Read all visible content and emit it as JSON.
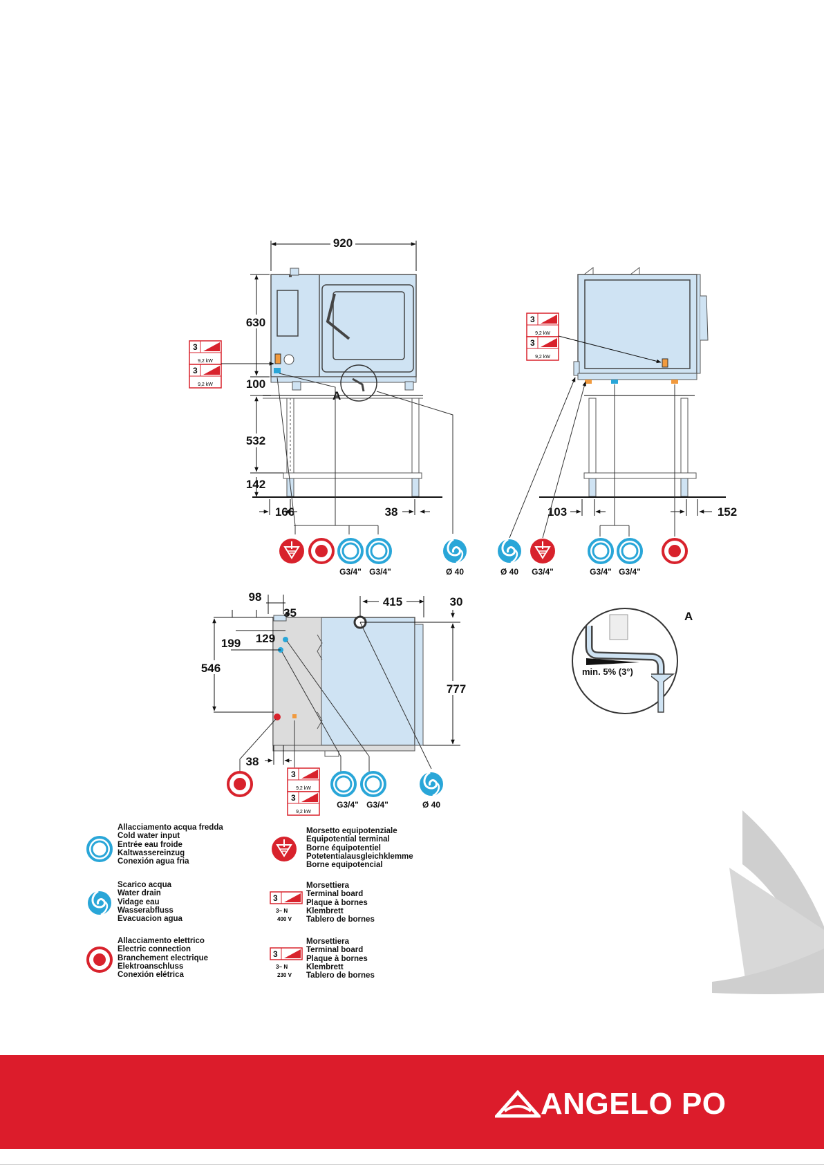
{
  "front_view": {
    "width": "920",
    "height_oven": "630",
    "height_base": "100",
    "height_stand": "532",
    "height_shelf": "142",
    "offset_left": "166",
    "offset_right": "38",
    "label_a": "A",
    "terminal": {
      "count": "3",
      "power": "9,2 kW"
    }
  },
  "front_connections": [
    {
      "icon": "equipotential-terminal-icon",
      "label": ""
    },
    {
      "icon": "electric-connection-icon",
      "label": ""
    },
    {
      "icon": "cold-water-input-icon",
      "label": "G3/4\""
    },
    {
      "icon": "cold-water-input-icon",
      "label": "G3/4\""
    },
    {
      "icon": "water-drain-icon",
      "label": "Ø 40"
    }
  ],
  "side_view": {
    "offset_left": "103",
    "offset_right": "152",
    "terminal": {
      "count": "3",
      "power": "9,2 kW"
    }
  },
  "side_connections": [
    {
      "icon": "water-drain-icon",
      "label": "Ø 40"
    },
    {
      "icon": "equipotential-terminal-icon",
      "label": "G3/4\""
    },
    {
      "icon": "cold-water-input-icon",
      "label": "G3/4\""
    },
    {
      "icon": "cold-water-input-icon",
      "label": "G3/4\""
    },
    {
      "icon": "electric-connection-icon",
      "label": ""
    }
  ],
  "top_view": {
    "dim_98": "98",
    "dim_35": "35",
    "dim_415": "415",
    "dim_30": "30",
    "dim_129": "129",
    "dim_199": "199",
    "dim_546": "546",
    "dim_777": "777",
    "dim_38": "38",
    "terminal": {
      "count": "3",
      "power": "9,2 kW"
    }
  },
  "top_connections": [
    {
      "icon": "electric-connection-icon",
      "label": ""
    },
    {
      "icon": "cold-water-input-icon",
      "label": "G3/4\""
    },
    {
      "icon": "cold-water-input-icon",
      "label": "G3/4\""
    },
    {
      "icon": "water-drain-icon",
      "label": "Ø 40"
    }
  ],
  "detail_a": {
    "label": "A",
    "slope": "min. 5% (3°)"
  },
  "legend": {
    "cold_water": [
      "Allacciamento acqua fredda",
      "Cold water input",
      "Entrée eau froide",
      "Kaltwassereinzug",
      "Conexión agua fria"
    ],
    "water_drain": [
      "Scarico acqua",
      "Water drain",
      "Vidage eau",
      "Wasserabfluss",
      "Evacuacion agua"
    ],
    "electric": [
      "Allacciamento elettrico",
      "Electric connection",
      "Branchement electrique",
      "Elektroanschluss",
      "Conexión elétrica"
    ],
    "equipotential": [
      "Morsetto equipotenziale",
      "Equipotential terminal",
      "Borne équipotentiel",
      "Potetentialausgleichklemme",
      "Borne equipotencial"
    ],
    "terminal_400": [
      "Morsettiera",
      "Terminal board",
      "Plaque à bornes",
      "Klembrett",
      "Tablero de bornes"
    ],
    "terminal_230": [
      "Morsettiera",
      "Terminal board",
      "Plaque à bornes",
      "Klembrett",
      "Tablero de bornes"
    ],
    "tb400_count": "3",
    "tb400_phase": "3~ N",
    "tb400_voltage": "400 V",
    "tb230_count": "3",
    "tb230_phase": "3~ N",
    "tb230_voltage": "230 V"
  },
  "brand": {
    "name": "ANGELO PO"
  },
  "colors": {
    "footer": "#dc1c2b",
    "oven_blue": "#cfe3f3",
    "water_blue": "#29a6d8",
    "electric_red": "#d8222c"
  }
}
